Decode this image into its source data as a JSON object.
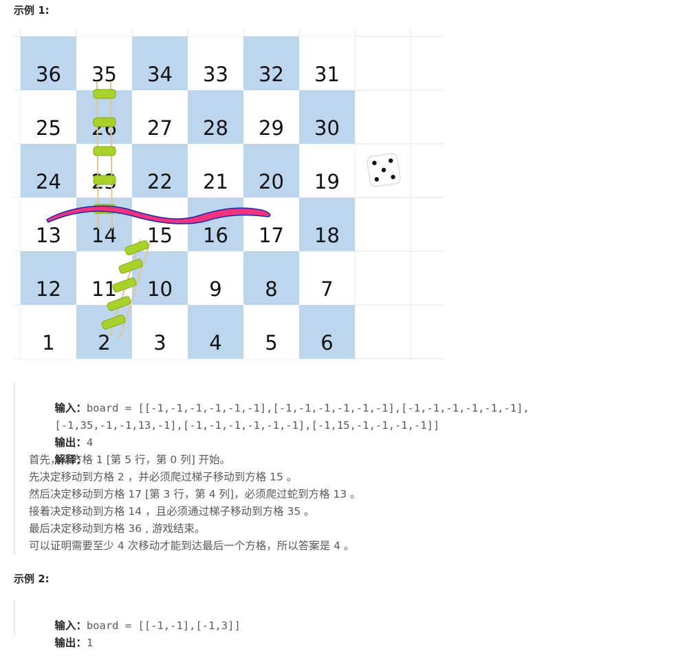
{
  "example1": {
    "title": "示例 1:",
    "board_grid": [
      [
        "36",
        "35",
        "34",
        "33",
        "32",
        "31"
      ],
      [
        "25",
        "26",
        "27",
        "28",
        "29",
        "30"
      ],
      [
        "24",
        "23",
        "22",
        "21",
        "20",
        "19"
      ],
      [
        "13",
        "14",
        "15",
        "16",
        "17",
        "18"
      ],
      [
        "12",
        "11",
        "10",
        "9",
        "8",
        "7"
      ],
      [
        "1",
        "2",
        "3",
        "4",
        "5",
        "6"
      ]
    ],
    "cell_colors": {
      "blue": "#bed6ed",
      "white": "#ffffff",
      "grid": "#e6e6e6",
      "snake": "#f0327f",
      "snake_edge": "#1b2aa8",
      "ladder_rung": "#a8d12a",
      "ladder_rail": "#e3c48a"
    },
    "input_label": "输入：",
    "input_line1": "board = [[-1,-1,-1,-1,-1,-1],[-1,-1,-1,-1,-1,-1],[-1,-1,-1,-1,-1,-1],",
    "input_line2": "[-1,35,-1,-1,13,-1],[-1,-1,-1,-1,-1,-1],[-1,15,-1,-1,-1,-1]]",
    "output_label": "输出：",
    "output_value": "4",
    "explain_label": "解释：",
    "explain_lines": [
      "首先，从方格 1 [第 5 行，第 0 列] 开始。",
      "先决定移动到方格 2 ，并必须爬过梯子移动到方格 15 。",
      "然后决定移动到方格 17 [第 3 行，第 4 列]，必须爬过蛇到方格 13 。",
      "接着决定移动到方格 14 ，且必须通过梯子移动到方格 35 。",
      "最后决定移动到方格 36 , 游戏结束。",
      "可以证明需要至少 4 次移动才能到达最后一个方格，所以答案是 4 。"
    ]
  },
  "example2": {
    "title": "示例 2:",
    "input_label": "输入：",
    "input_line": "board = [[-1,-1],[-1,3]]",
    "output_label": "输出：",
    "output_value": "1"
  }
}
